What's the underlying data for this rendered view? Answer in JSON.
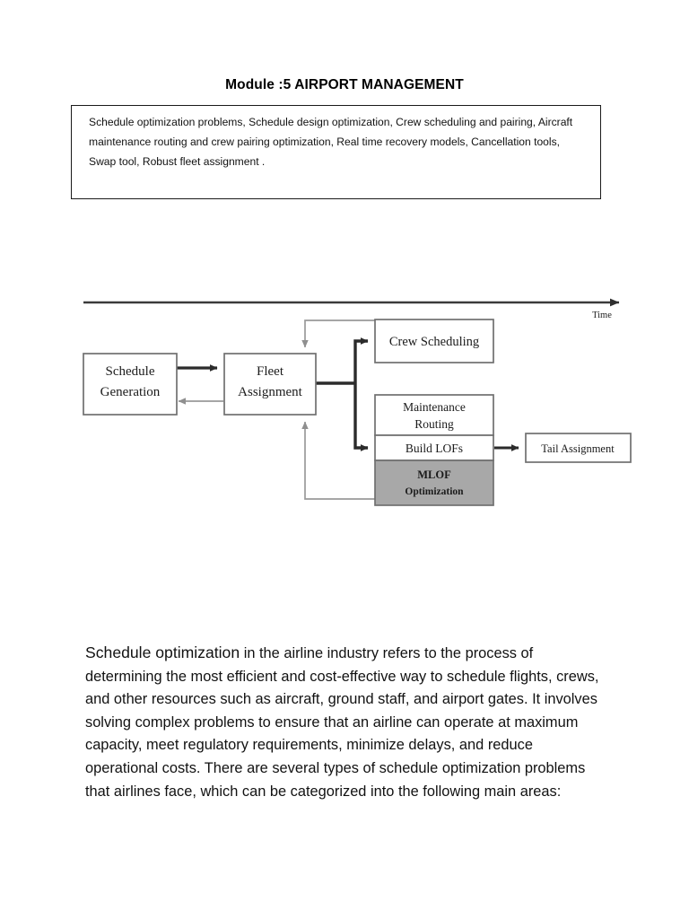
{
  "document": {
    "title": "Module :5 AIRPORT MANAGEMENT",
    "syllabus": "Schedule optimization problems, Schedule design optimization, Crew scheduling and pairing, Aircraft maintenance routing and crew pairing optimization, Real time recovery models, Cancellation tools, Swap tool, Robust fleet assignment .",
    "paragraph": {
      "lead": "Schedule optimization",
      "rest": " in the airline industry refers to the process of determining the most efficient and cost-effective way to schedule flights, crews, and other resources such as aircraft, ground staff, and airport gates. It involves solving complex problems to ensure that an airline can operate at maximum capacity, meet regulatory requirements, minimize delays, and reduce operational costs. There are several types of schedule optimization problems that airlines face, which can be categorized into the following main areas:"
    }
  },
  "diagram": {
    "axis_label": "Time",
    "nodes": {
      "schedule_generation_line1": "Schedule",
      "schedule_generation_line2": "Generation",
      "fleet_assignment_line1": "Fleet",
      "fleet_assignment_line2": "Assignment",
      "crew_scheduling": "Crew Scheduling",
      "maintenance_routing_line1": "Maintenance",
      "maintenance_routing_line2": "Routing",
      "build_lofs": "Build LOFs",
      "mlof_line1": "MLOF",
      "mlof_line2": "Optimization",
      "tail_assignment": "Tail Assignment"
    },
    "colors": {
      "box_border": "#6e6e6e",
      "box_fill": "#ffffff",
      "mlof_fill": "#a8a8a8",
      "thick_connector": "#2b2b2b",
      "thin_connector": "#8f8f8f",
      "axis": "#3a3a3a"
    }
  }
}
